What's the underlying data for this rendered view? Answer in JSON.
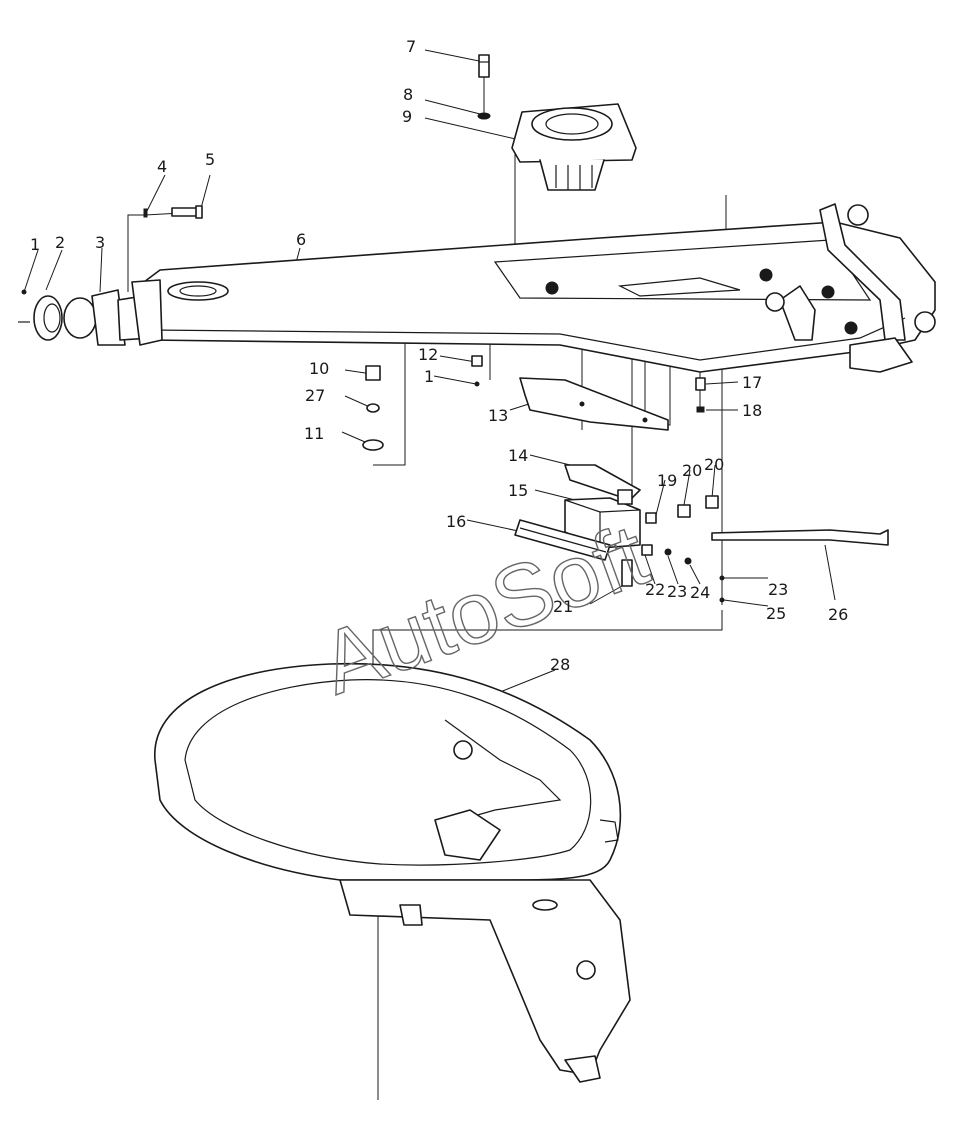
{
  "watermark": "AutoSoft",
  "callouts": {
    "c1a": "1",
    "c2": "2",
    "c3": "3",
    "c4": "4",
    "c5": "5",
    "c6": "6",
    "c7": "7",
    "c8": "8",
    "c9": "9",
    "c10": "10",
    "c11": "11",
    "c12": "12",
    "c1b": "1",
    "c13": "13",
    "c14": "14",
    "c15": "15",
    "c16": "16",
    "c17": "17",
    "c18": "18",
    "c19": "19",
    "c20a": "20",
    "c20b": "20",
    "c21": "21",
    "c22": "22",
    "c23a": "23",
    "c24": "24",
    "c23b": "23",
    "c25": "25",
    "c26": "26",
    "c27": "27",
    "c28": "28"
  },
  "colors": {
    "line": "#1a1a1a",
    "background": "#ffffff",
    "watermark": "#666666"
  }
}
